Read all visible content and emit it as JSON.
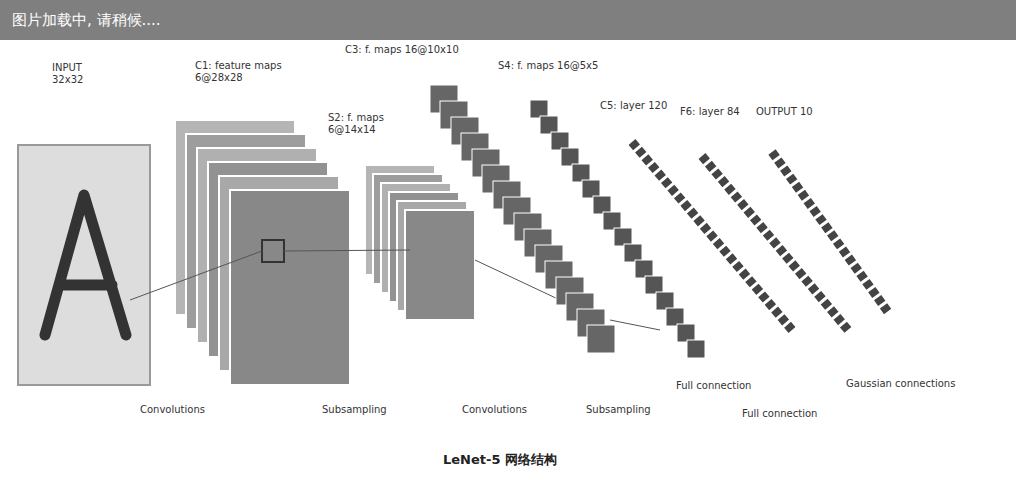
{
  "diagram": {
    "caption": "LeNet-5 网络结构",
    "nodes": [
      {
        "text": [
          "INPUT 32x32"
        ]
      },
      {
        "text": [
          "C1: feature maps 6@28x28"
        ]
      },
      {
        "text": [
          "S2: f. maps 6@14x14"
        ]
      },
      {
        "text": [
          "C3: f. maps 16@10x10"
        ]
      },
      {
        "text": [
          "S4: f. maps 16@5x5"
        ]
      },
      {
        "text": [
          "C5: layer 120"
        ]
      },
      {
        "text": [
          "F6: layer 84"
        ]
      },
      {
        "text": [
          "OUTPUT 10"
        ]
      }
    ],
    "labels": [
      "图片加载中, 请稍候....",
      "Convolutions",
      "Subsampling",
      "Convolutions",
      "Subsampling",
      "Full connection",
      "Full connection",
      "Gaussian connections"
    ]
  }
}
